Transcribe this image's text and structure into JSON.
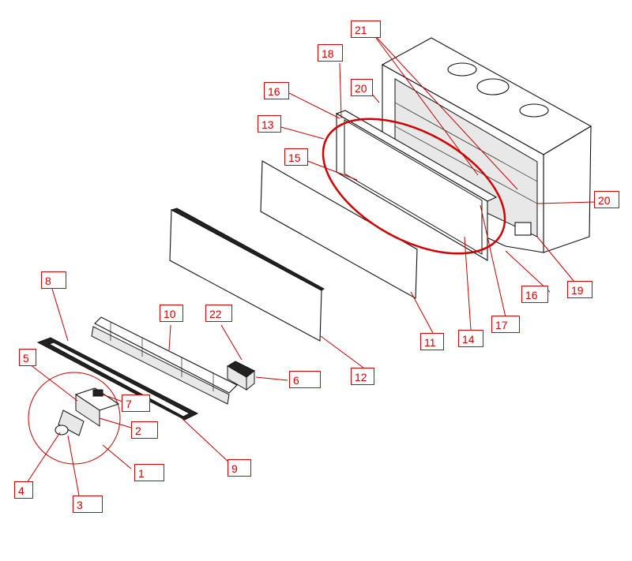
{
  "callouts": {
    "c1": "1",
    "c2": "2",
    "c3": "3",
    "c4": "4",
    "c5": "5",
    "c6": "6",
    "c7": "7",
    "c8": "8",
    "c9": "9",
    "c10": "10",
    "c11": "11",
    "c12": "12",
    "c13": "13",
    "c14": "14",
    "c15": "15",
    "c16a": "16",
    "c16b": "16",
    "c17": "17",
    "c18": "18",
    "c19": "19",
    "c20a": "20",
    "c20b": "20",
    "c21": "21",
    "c22": "22"
  },
  "colors": {
    "callout": "#d40000",
    "highlight_ellipse": "#d00000",
    "line_art": "#111111"
  }
}
